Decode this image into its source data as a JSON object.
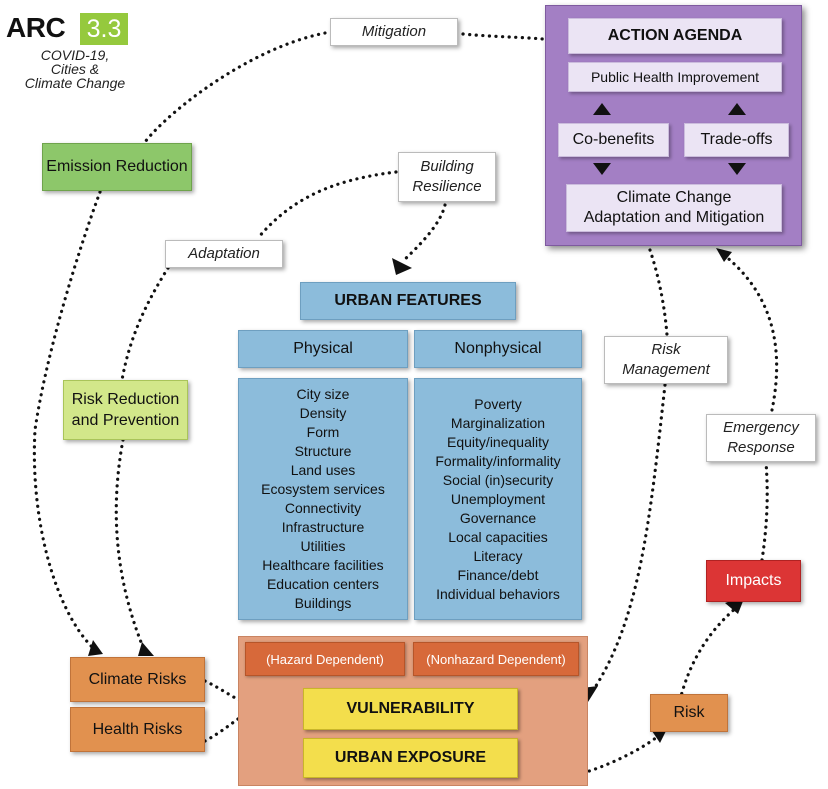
{
  "logo": {
    "arc": "ARC",
    "version": "3.3",
    "subtitle_lines": [
      "COVID-19,",
      "Cities &",
      "Climate Change"
    ]
  },
  "labels": {
    "mitigation": "Mitigation",
    "building_resilience_1": "Building",
    "building_resilience_2": "Resilience",
    "adaptation": "Adaptation",
    "risk_management_1": "Risk",
    "risk_management_2": "Management",
    "emergency_response_1": "Emergency",
    "emergency_response_2": "Response"
  },
  "boxes": {
    "emission_reduction": "Emission Reduction",
    "risk_reduction_1": "Risk Reduction",
    "risk_reduction_2": "and Prevention",
    "climate_risks": "Climate Risks",
    "health_risks": "Health Risks",
    "impacts": "Impacts",
    "risk": "Risk"
  },
  "action_agenda": {
    "title": "ACTION AGENDA",
    "public_health": "Public Health Improvement",
    "co_benefits": "Co-benefits",
    "trade_offs": "Trade-offs",
    "climate_line1": "Climate Change",
    "climate_line2": "Adaptation and Mitigation"
  },
  "urban_features": {
    "title": "URBAN FEATURES",
    "physical": {
      "title": "Physical",
      "items": [
        "City size",
        "Density",
        "Form",
        "Structure",
        "Land uses",
        "Ecosystem services",
        "Connectivity",
        "Infrastructure",
        "Utilities",
        "Healthcare facilities",
        "Education centers",
        "Buildings"
      ]
    },
    "nonphysical": {
      "title": "Nonphysical",
      "items": [
        "Poverty",
        "Marginalization",
        "Equity/inequality",
        "Formality/informality",
        "Social (in)security",
        "Unemployment",
        "Governance",
        "Local capacities",
        "Literacy",
        "Finance/debt",
        "Individual behaviors"
      ]
    }
  },
  "vulnerability_block": {
    "hazard": "(Hazard Dependent)",
    "nonhazard": "(Nonhazard Dependent)",
    "vulnerability": "VULNERABILITY",
    "exposure": "URBAN EXPOSURE"
  },
  "colors": {
    "agenda_purple": "#a37fc4",
    "urban_blue": "#8cbcdb",
    "emission_green": "#8dc76a",
    "risk_reduction_green": "#d2e78a",
    "risk_orange": "#e1914f",
    "impacts_red": "#dc3535",
    "vulnerability_salmon": "#e3a07f",
    "yellow": "#f3de4c"
  }
}
